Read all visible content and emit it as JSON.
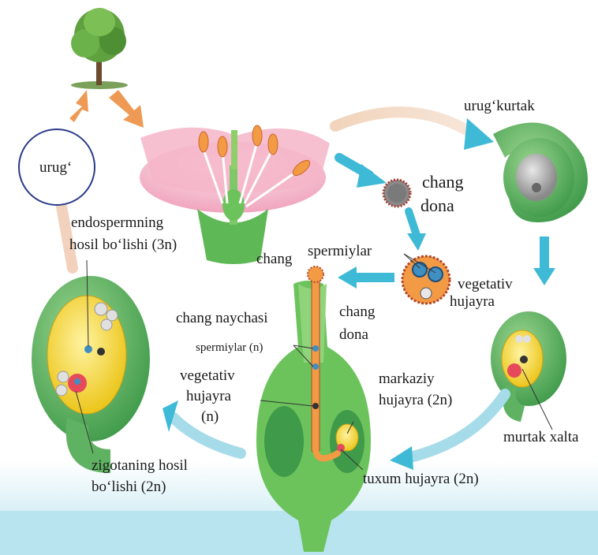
{
  "labels": {
    "urug": "urug‘",
    "endosperm_1": "endospermning",
    "endosperm_2": "hosil bo‘lishi (3n)",
    "urugkurtak": "urug‘kurtak",
    "chang_dona_top_1": "chang",
    "chang_dona_top_2": "dona",
    "chang": "chang",
    "spermiylar": "spermiylar",
    "vegetativ_right_1": "vegetativ",
    "vegetativ_right_2": "hujayra",
    "chang_dona_mid_1": "chang",
    "chang_dona_mid_2": "dona",
    "chang_naychasi": "chang naychasi",
    "spermiylar_n": "spermiylar (n)",
    "vegetativ_center_1": "vegetativ",
    "vegetativ_center_2": "hujayra",
    "vegetativ_center_3": "(n)",
    "markaziy_1": "markaziy",
    "markaziy_2": "hujayra  (2n)",
    "murtak_xalta": "murtak xalta",
    "tuxum": "tuxum hujayra (2n)",
    "zigota_1": "zigotaning hosil",
    "zigota_2": "bo‘lishi (2n)"
  },
  "colors": {
    "arrow_blue": "#3fbad6",
    "arrow_orange": "#ee9a55",
    "ovule_green": "#5fb262",
    "embryo_sac_yellow": "#f4dc3a",
    "petal_pink": "#f4b5c8",
    "pollen_orange": "#f39a45",
    "water_blue": "#bfe7f1"
  }
}
